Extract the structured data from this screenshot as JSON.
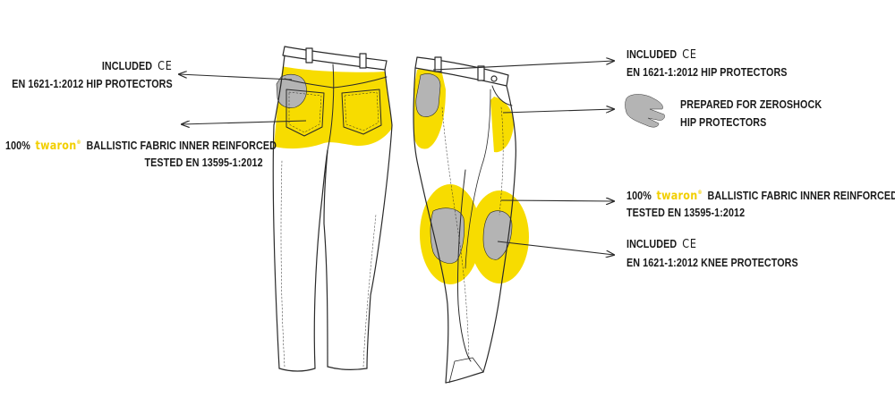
{
  "colors": {
    "reinforcement_yellow": "#f7dc00",
    "protector_gray": "#b4b4b4",
    "outline": "#2a2a2a",
    "twaron_brand": "#f2cf00"
  },
  "left_callouts": {
    "hip": {
      "line1": "INCLUDED",
      "ce_mark": "CE",
      "line2": "EN 1621-1:2012 HIP PROTECTORS"
    },
    "fabric": {
      "prefix": "100%",
      "brand": "twaron",
      "brand_mark": "®",
      "suffix": "BALLISTIC FABRIC INNER REINFORCED",
      "line2": "TESTED EN 13595-1:2012"
    }
  },
  "right_callouts": {
    "hip": {
      "line1": "INCLUDED",
      "ce_mark": "CE",
      "line2": "EN 1621-1:2012 HIP PROTECTORS"
    },
    "zeroshock": {
      "icon": "zeroshock-pad-icon",
      "line1": "PREPARED FOR ZEROSHOCK",
      "line2": "HIP PROTECTORS"
    },
    "fabric": {
      "prefix": "100%",
      "brand": "twaron",
      "brand_mark": "®",
      "suffix": "BALLISTIC FABRIC INNER REINFORCED",
      "line2": "TESTED EN 13595-1:2012"
    },
    "knee": {
      "line1": "INCLUDED",
      "ce_mark": "CE",
      "line2": "EN 1621-1:2012 KNEE PROTECTORS"
    }
  }
}
